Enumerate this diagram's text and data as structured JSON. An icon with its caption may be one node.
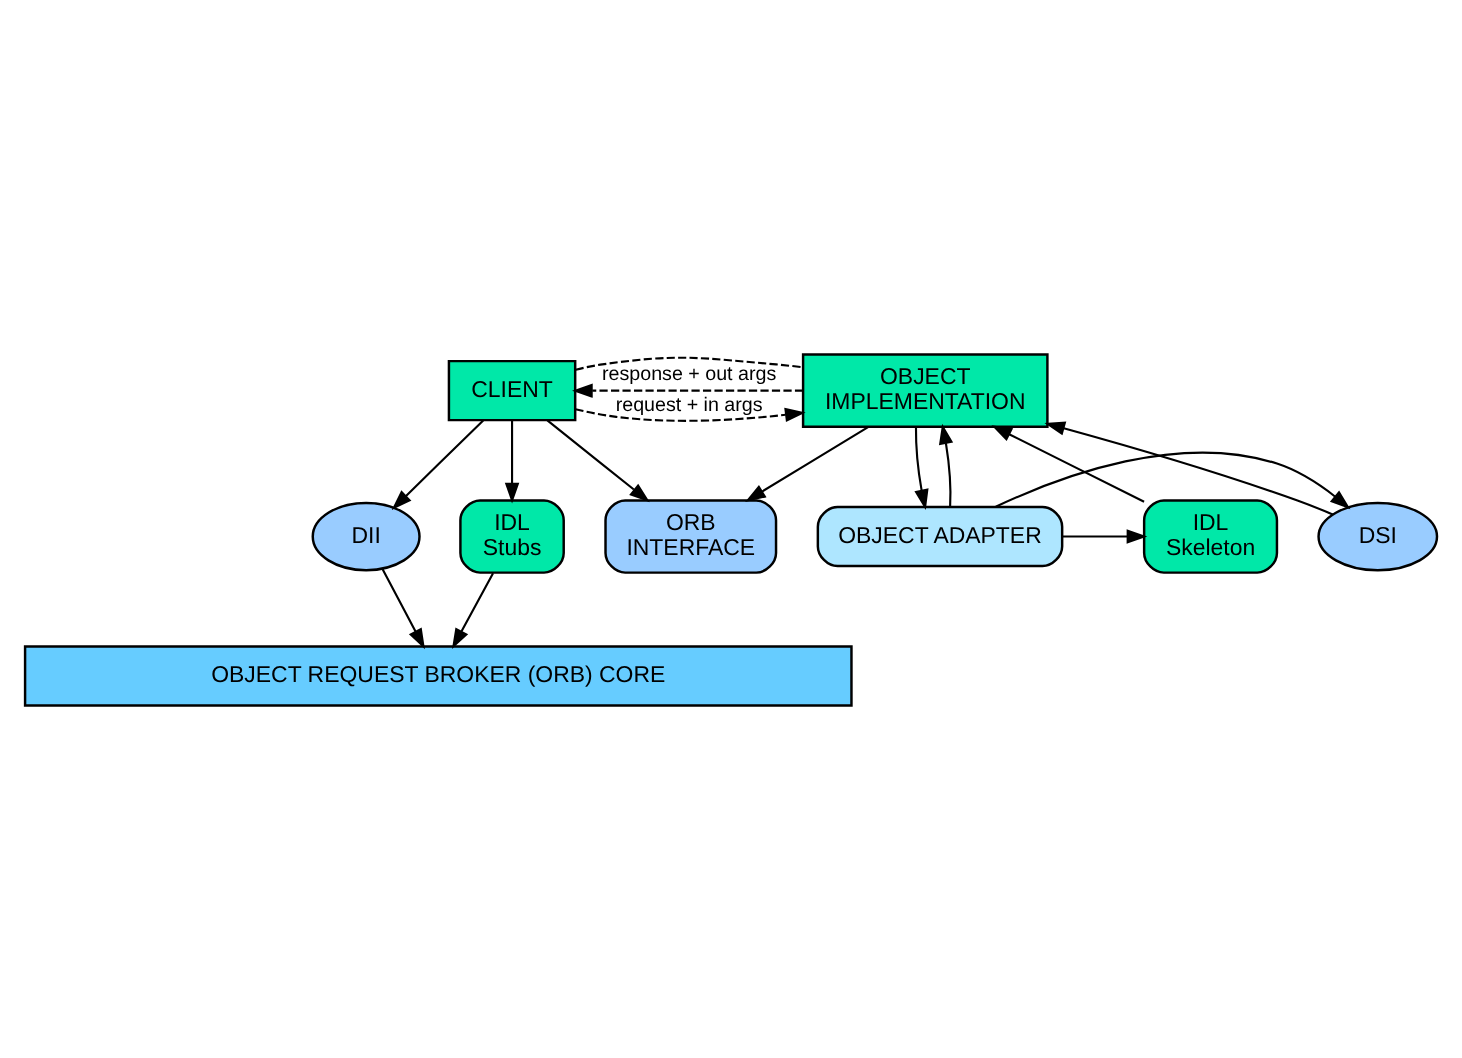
{
  "diagram": {
    "nodes": [
      {
        "text": [
          "CLIENT"
        ]
      },
      {
        "text": [
          "OBJECT IMPLEMENTATION"
        ]
      },
      {
        "text": [
          "DII"
        ]
      },
      {
        "text": [
          "IDL Stubs"
        ]
      },
      {
        "text": [
          "IDL Skeleton"
        ]
      },
      {
        "text": [
          "DSI"
        ]
      },
      {
        "text": [
          "ORB INTERFACE"
        ]
      },
      {
        "text": [
          "OBJECT ADAPTER"
        ]
      },
      {
        "text": [
          "OBJECT REQUEST BROKER (ORB) CORE"
        ]
      }
    ],
    "edges": [
      {
        "from": 0,
        "to": 1,
        "arrow": "to",
        "style": "dashed",
        "label": "request + in args"
      },
      {
        "from": 0,
        "to": 1,
        "arrow": "none",
        "style": "dashed"
      },
      {
        "from": 1,
        "to": 0,
        "arrow": "to",
        "style": "dashed",
        "label": "response + out args"
      },
      {
        "from": 0,
        "to": 2,
        "arrow": "to"
      },
      {
        "from": 0,
        "to": 3,
        "arrow": "to"
      },
      {
        "from": 0,
        "to": 6,
        "arrow": "to"
      },
      {
        "from": 1,
        "to": 6,
        "arrow": "to"
      },
      {
        "from": 4,
        "to": 1,
        "arrow": "to"
      },
      {
        "from": 5,
        "to": 1,
        "arrow": "to"
      },
      {
        "from": 1,
        "to": 7,
        "arrow": "to"
      },
      {
        "from": 7,
        "to": 1,
        "arrow": "to"
      },
      {
        "from": 2,
        "to": 8,
        "arrow": "to"
      },
      {
        "from": 3,
        "to": 8,
        "arrow": "to"
      },
      {
        "from": 7,
        "to": 4,
        "arrow": "to"
      },
      {
        "from": 7,
        "to": 5,
        "arrow": "to"
      }
    ]
  }
}
